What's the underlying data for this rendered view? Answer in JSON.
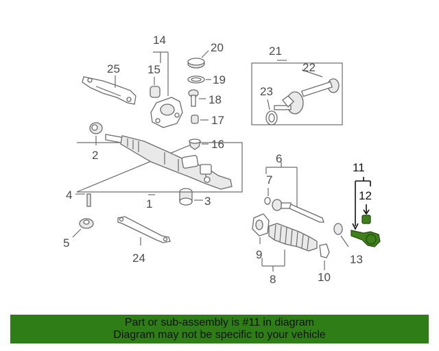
{
  "diagram": {
    "callouts": {
      "c1": "1",
      "c2": "2",
      "c3": "3",
      "c4": "4",
      "c5": "5",
      "c6": "6",
      "c7": "7",
      "c8": "8",
      "c9": "9",
      "c10": "10",
      "c11": "11",
      "c12": "12",
      "c13": "13",
      "c14": "14",
      "c15": "15",
      "c16": "16",
      "c17": "17",
      "c18": "18",
      "c19": "19",
      "c20": "20",
      "c21": "21",
      "c22": "22",
      "c23": "23",
      "c24": "24",
      "c25": "25"
    },
    "highlighted_part": "11",
    "highlight_color": "#3f7f1c"
  },
  "banner": {
    "line1": "Part or sub-assembly is #11 in diagram",
    "line2": "Diagram may not be specific to your vehicle",
    "background": "#2e7d16"
  }
}
